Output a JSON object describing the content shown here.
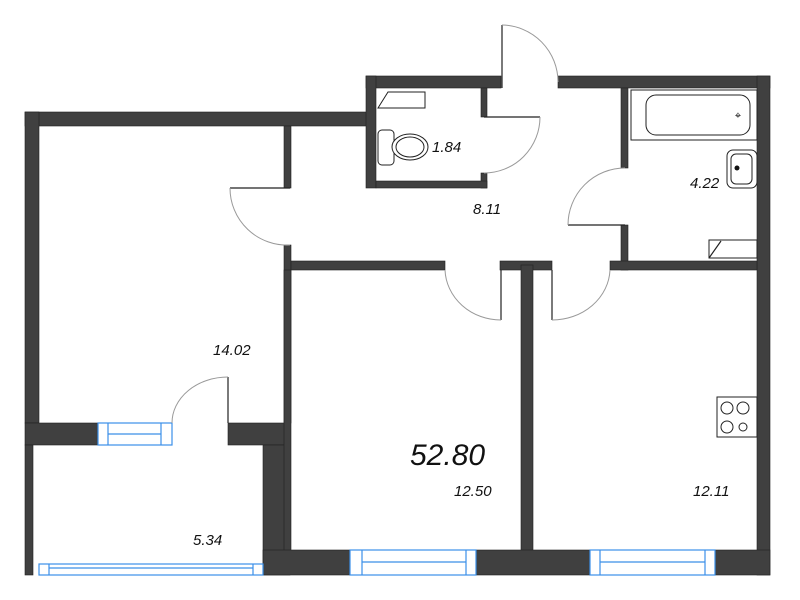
{
  "plan": {
    "total_area": "52.80",
    "rooms": [
      {
        "name": "toilet",
        "area": "1.84"
      },
      {
        "name": "hall",
        "area": "8.11"
      },
      {
        "name": "bathroom",
        "area": "4.22"
      },
      {
        "name": "room-left",
        "area": "14.02"
      },
      {
        "name": "room-middle",
        "area": "12.50"
      },
      {
        "name": "kitchen",
        "area": "12.11"
      },
      {
        "name": "balcony",
        "area": "5.34"
      }
    ]
  },
  "colors": {
    "wall": "#404040",
    "window": "#3b8fe8"
  }
}
